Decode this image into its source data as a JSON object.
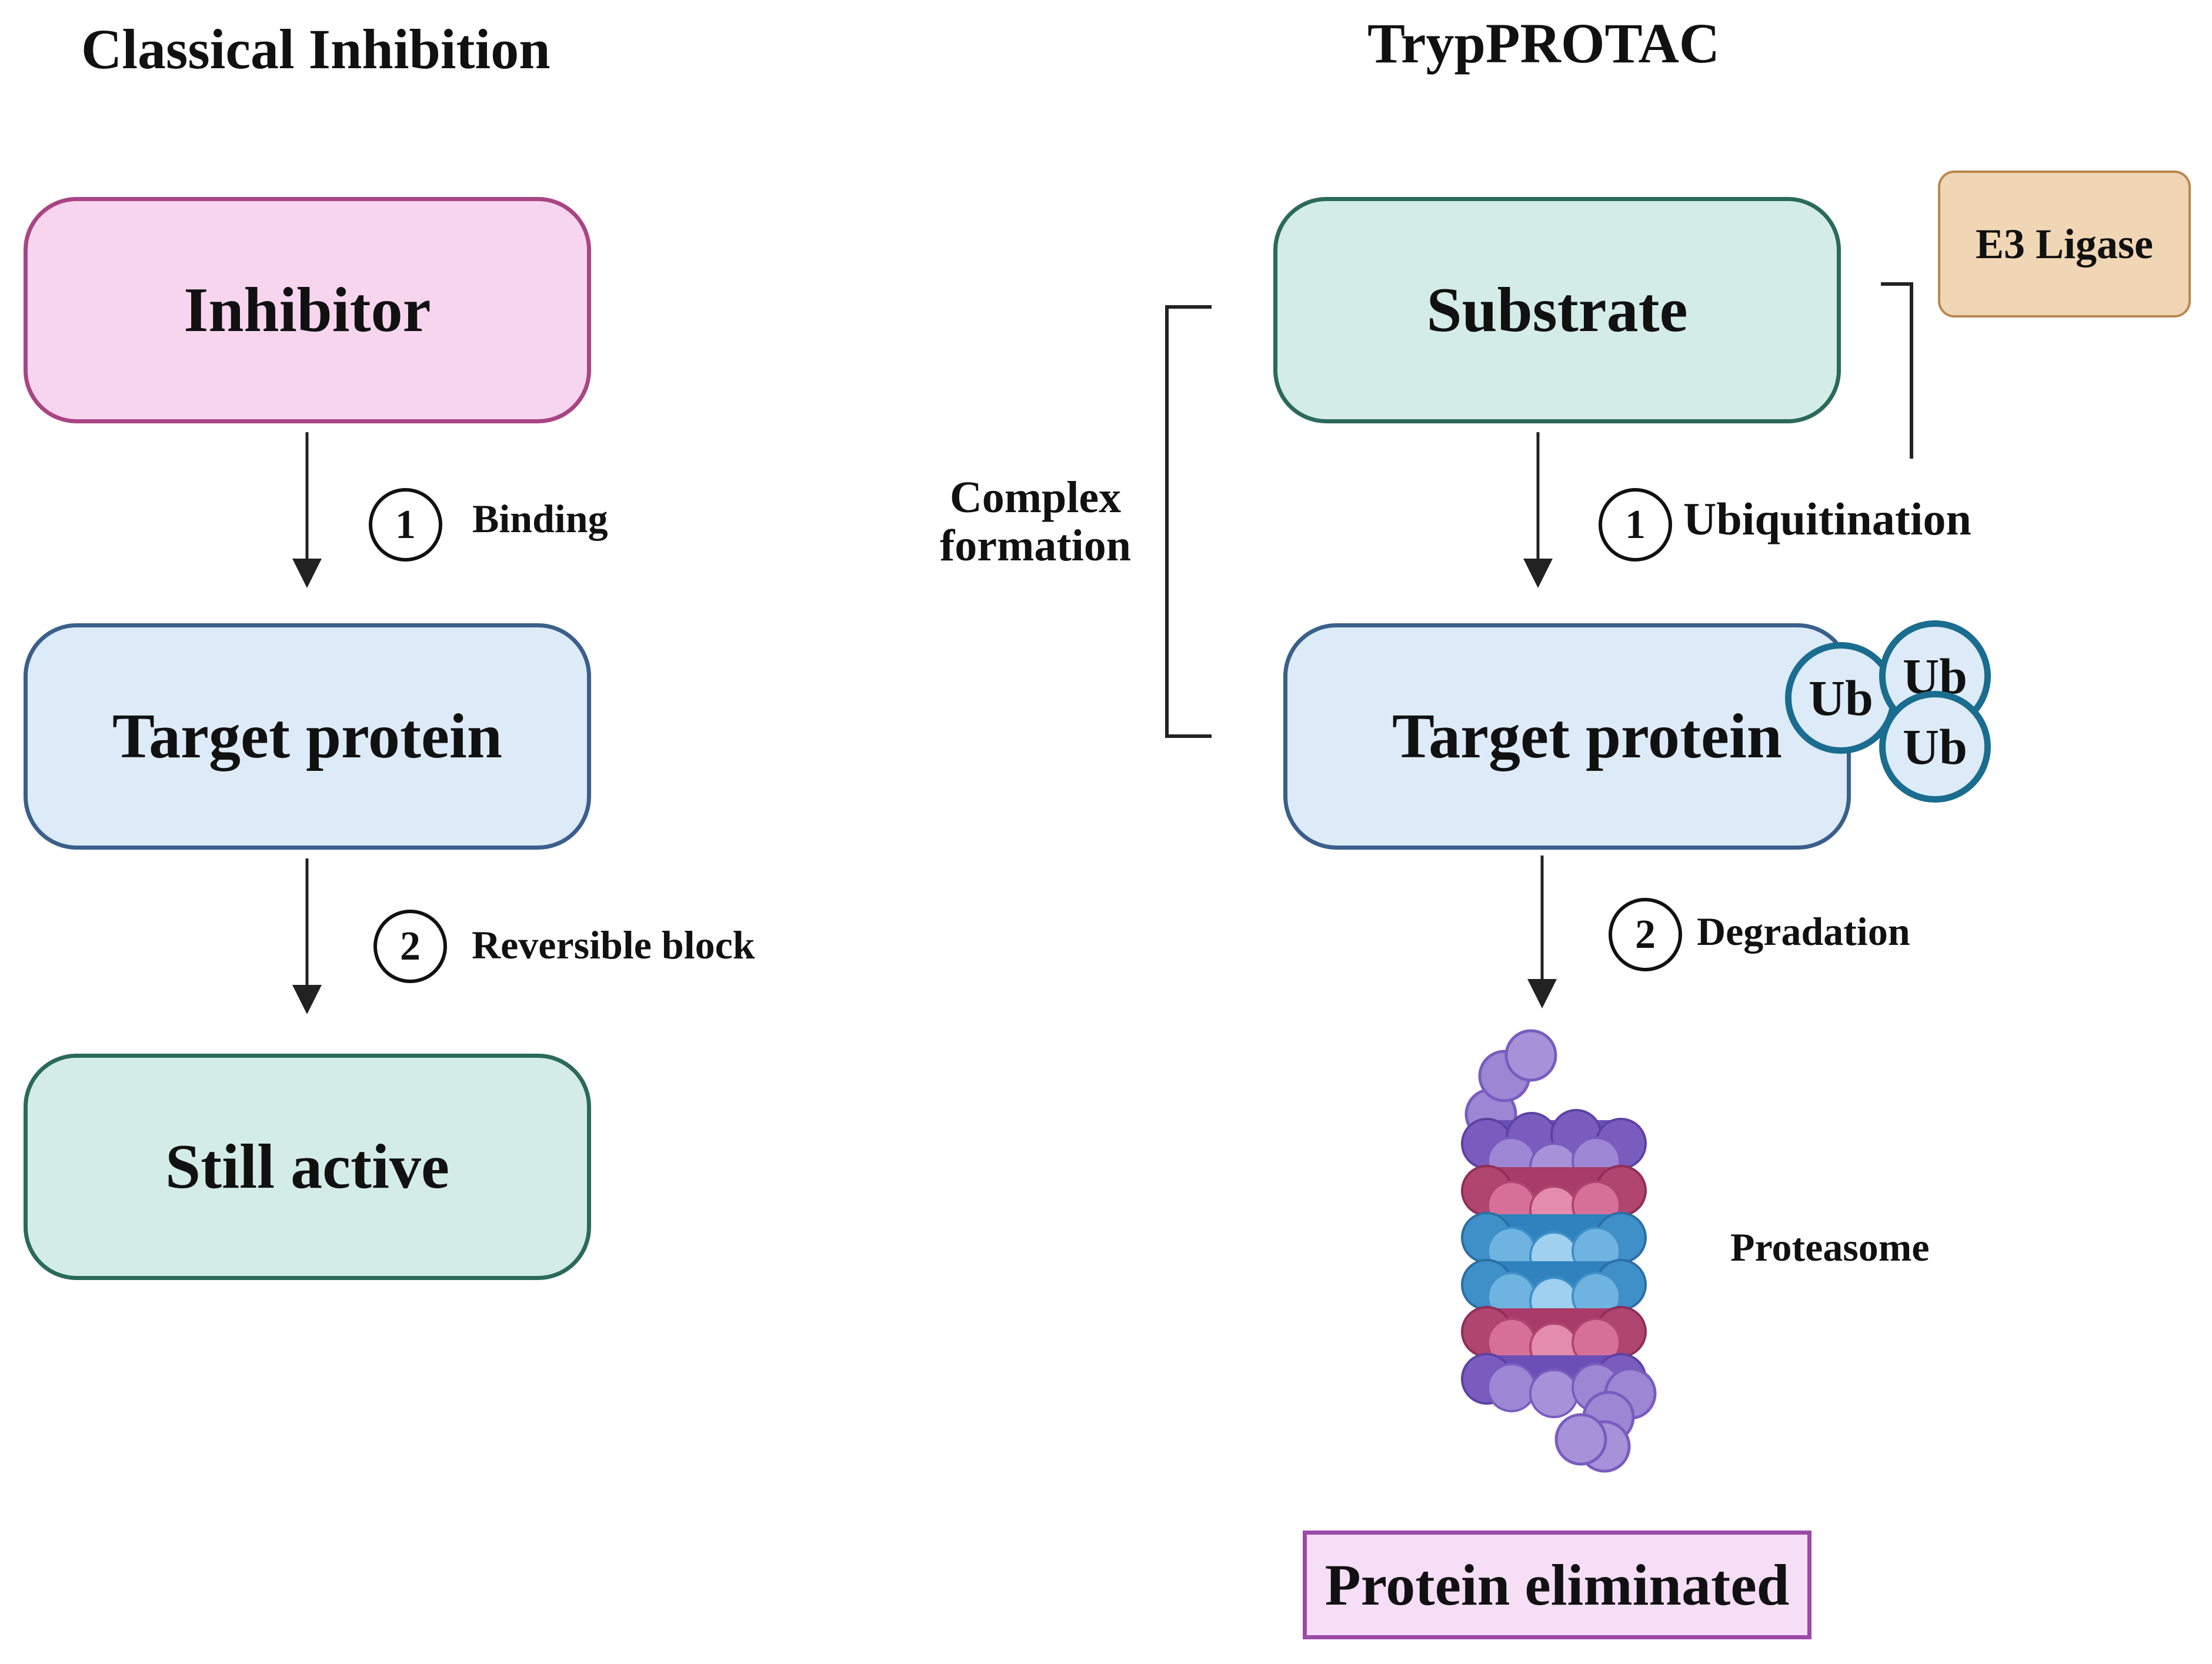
{
  "left": {
    "title": "Classical Inhibition",
    "boxes": {
      "inhibitor": "Inhibitor",
      "target": "Target protein",
      "result": "Still active"
    },
    "steps": [
      {
        "number": "1",
        "label": "Binding"
      },
      {
        "number": "2",
        "label": "Reversible block"
      }
    ]
  },
  "right": {
    "title": "TrypPROTAC",
    "boxes": {
      "substrate": "Substrate",
      "target": "Target protein",
      "e3": "E3 Ligase",
      "result": "Protein eliminated"
    },
    "complex_label": [
      "Complex",
      "formation"
    ],
    "ubiquitin_tags": [
      "Ub",
      "Ub",
      "Ub"
    ],
    "steps": [
      {
        "number": "1",
        "label": "Ubiquitination"
      },
      {
        "number": "2",
        "label": "Degradation"
      }
    ],
    "proteasome_label": "Proteasome"
  },
  "colors": {
    "inhibitor_fill": "#f8d5ee",
    "target_fill": "#ddebf9",
    "active_fill": "#d3ece8",
    "e3_fill": "#f0d6b5",
    "eliminated_fill": "#f6def7",
    "ub_border": "#1a6d8e",
    "proteasome_purple": "#7a5cbf",
    "proteasome_magenta": "#b0456f",
    "proteasome_blue": "#3f8fc9"
  }
}
